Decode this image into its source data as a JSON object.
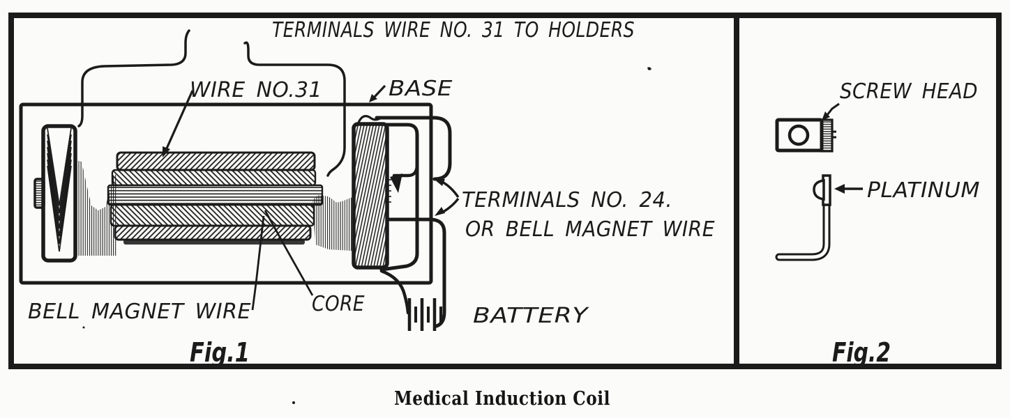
{
  "document": {
    "caption": "Medical Induction Coil",
    "ink_color": "#1b1b1b",
    "paper_color": "#fbfbf9"
  },
  "fig1": {
    "name": "Fig.1",
    "labels": {
      "top_terminals": "TERMINALS WIRE NO. 31 TO HOLDERS",
      "wire_no31": "WIRE NO.31",
      "base": "BASE",
      "terminals24_line1": "TERMINALS NO. 24.",
      "terminals24_line2": "OR BELL MAGNET WIRE",
      "bell_magnet_wire": "BELL MAGNET WIRE",
      "core": "CORE",
      "battery": "BATTERY"
    }
  },
  "fig2": {
    "name": "Fig.2",
    "labels": {
      "screw_head": "SCREW HEAD",
      "platinum": "PLATINUM"
    }
  }
}
